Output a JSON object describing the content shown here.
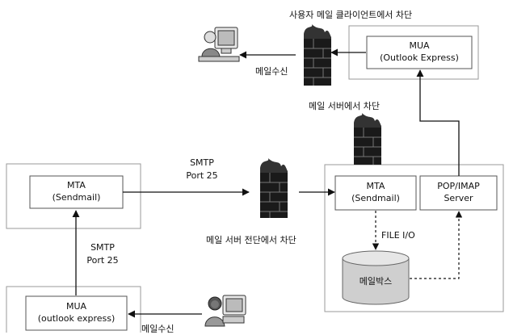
{
  "labels": {
    "client_block": "사용자 메일 클라이언트에서 차단",
    "server_block": "메일 서버에서 차단",
    "front_block": "메일 서버 전단에서 차단",
    "receive_top": "메일수신",
    "receive_bottom": "메일수신",
    "smtp_top": "SMTP",
    "port_top": "Port 25",
    "smtp_left": "SMTP",
    "port_left": "Port 25",
    "file_io": "FILE I/O",
    "mailbox": "메일박스"
  },
  "boxes": {
    "mua_top": {
      "line1": "MUA",
      "line2": "(Outlook Express)"
    },
    "mta_left": {
      "line1": "MTA",
      "line2": "(Sendmail)"
    },
    "mta_right": {
      "line1": "MTA",
      "line2": "(Sendmail)"
    },
    "pop_imap": {
      "line1": "POP/IMAP",
      "line2": "Server"
    },
    "mua_bottom": {
      "line1": "MUA",
      "line2": "(outlook express)"
    }
  },
  "icons": {
    "firewall": "firewall-icon",
    "user": "user-at-computer-icon"
  }
}
